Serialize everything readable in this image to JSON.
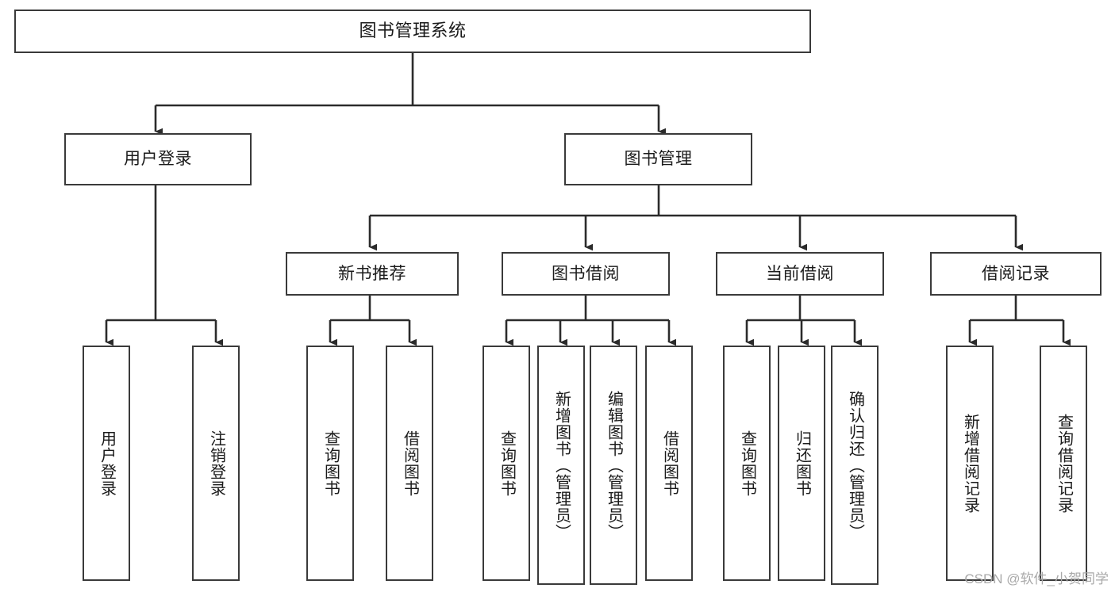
{
  "diagram": {
    "type": "tree-hierarchy",
    "title": "图书管理系统",
    "watermark": "CSDN @软件_小贺同学",
    "colors": {
      "box_border": "#3a3a3a",
      "box_fill": "#ffffff",
      "edge": "#2b2b2b",
      "text": "#1b1b1b",
      "watermark": "#a9a9a9",
      "background": "#ffffff"
    },
    "nodes": {
      "root": {
        "label": "图书管理系统",
        "level": 1
      },
      "level2": [
        {
          "id": "user-login",
          "label": "用户登录"
        },
        {
          "id": "book-manage",
          "label": "图书管理"
        }
      ],
      "level3": [
        {
          "id": "new-book-rec",
          "label": "新书推荐"
        },
        {
          "id": "book-borrow",
          "label": "图书借阅"
        },
        {
          "id": "current-borrow",
          "label": "当前借阅"
        },
        {
          "id": "borrow-record",
          "label": "借阅记录"
        }
      ],
      "leaves": {
        "user_login": [
          {
            "id": "leaf-user-login",
            "label": "用户登录"
          },
          {
            "id": "leaf-logout-login",
            "label": "注销登录"
          }
        ],
        "new_book_rec": [
          {
            "id": "leaf-query-book-1",
            "label": "查询图书"
          },
          {
            "id": "leaf-borrow-book-1",
            "label": "借阅图书"
          }
        ],
        "book_borrow": [
          {
            "id": "leaf-query-book-2",
            "label": "查询图书"
          },
          {
            "id": "leaf-add-book",
            "label": "新增图书（管理员）"
          },
          {
            "id": "leaf-edit-book",
            "label": "编辑图书（管理员）"
          },
          {
            "id": "leaf-borrow-book-2",
            "label": "借阅图书"
          }
        ],
        "current_borrow": [
          {
            "id": "leaf-query-book-3",
            "label": "查询图书"
          },
          {
            "id": "leaf-return-book",
            "label": "归还图书"
          },
          {
            "id": "leaf-confirm-return",
            "label": "确认归还（管理员）"
          }
        ],
        "borrow_record": [
          {
            "id": "leaf-add-record",
            "label": "新增借阅记录"
          },
          {
            "id": "leaf-query-record",
            "label": "查询借阅记录"
          }
        ]
      }
    }
  }
}
